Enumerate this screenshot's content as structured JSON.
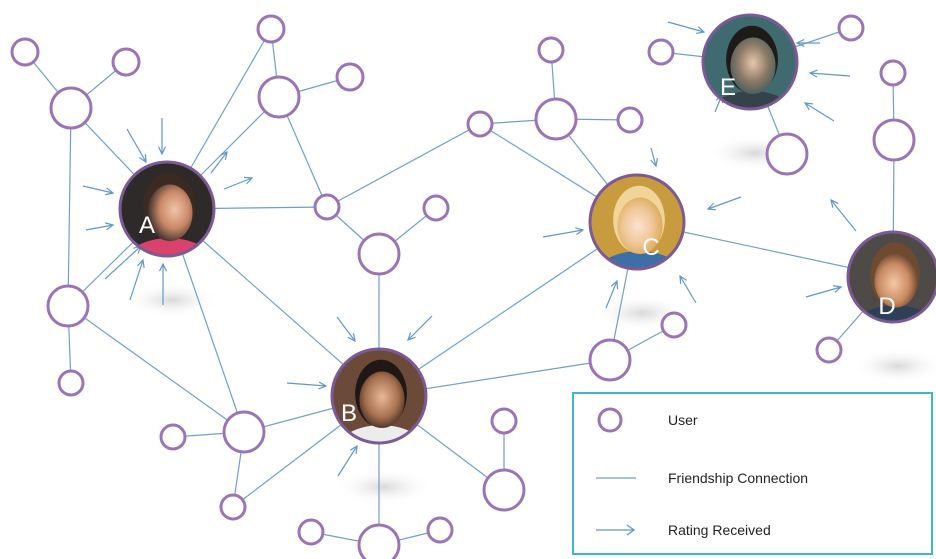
{
  "colors": {
    "node_stroke": "#9b74b7",
    "edge": "#6f9fcb",
    "arrow": "#5f97cc",
    "legend_border": "#3fb7c9"
  },
  "people": [
    {
      "id": "A",
      "label": "A"
    },
    {
      "id": "B",
      "label": "B"
    },
    {
      "id": "C",
      "label": "C"
    },
    {
      "id": "D",
      "label": "D"
    },
    {
      "id": "E",
      "label": "E"
    }
  ],
  "legend": {
    "user": "User",
    "friendship": "Friendship Connection",
    "rating": "Rating Received"
  }
}
